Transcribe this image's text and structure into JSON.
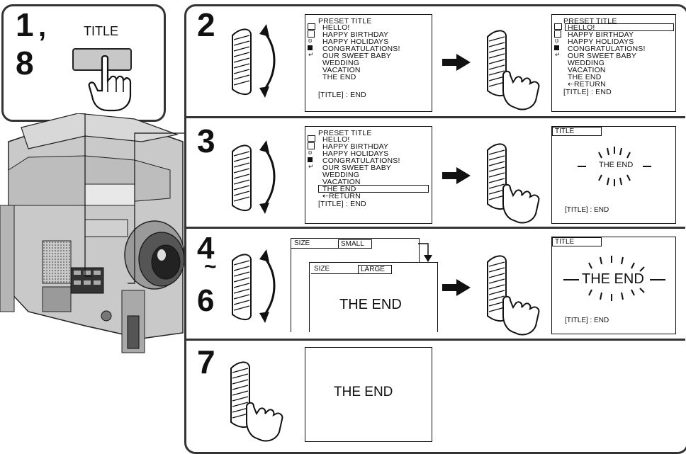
{
  "step_1_8": {
    "num_top": "1",
    "comma": ",",
    "num_bottom": "8",
    "button_label": "TITLE"
  },
  "menu": {
    "heading": "PRESET TITLE",
    "items": [
      "HELLO!",
      "HAPPY BIRTHDAY",
      "HAPPY HOLIDAYS",
      "CONGRATULATIONS!",
      "OUR SWEET BABY",
      "WEDDING",
      "VACATION",
      "THE END"
    ],
    "return_label": "⇠RETURN",
    "footer": "[TITLE] : END"
  },
  "step2": {
    "num": "2"
  },
  "step3": {
    "num": "3",
    "preview_tag": "TITLE",
    "preview_text": "THE END",
    "preview_footer": "[TITLE] : END"
  },
  "step4": {
    "num_top": "4",
    "tilde": "~",
    "num_bottom": "6",
    "size_label": "SIZE",
    "small_label": "SMALL",
    "large_label": "LARGE",
    "big_text": "THE END",
    "preview_tag": "TITLE",
    "preview_text": "THE END",
    "preview_footer": "[TITLE] : END"
  },
  "step7": {
    "num": "7",
    "final_text": "THE END"
  },
  "icons": [
    "folder-icon",
    "gift-icon",
    "holiday-icon",
    "camera-icon",
    "return-icon"
  ]
}
